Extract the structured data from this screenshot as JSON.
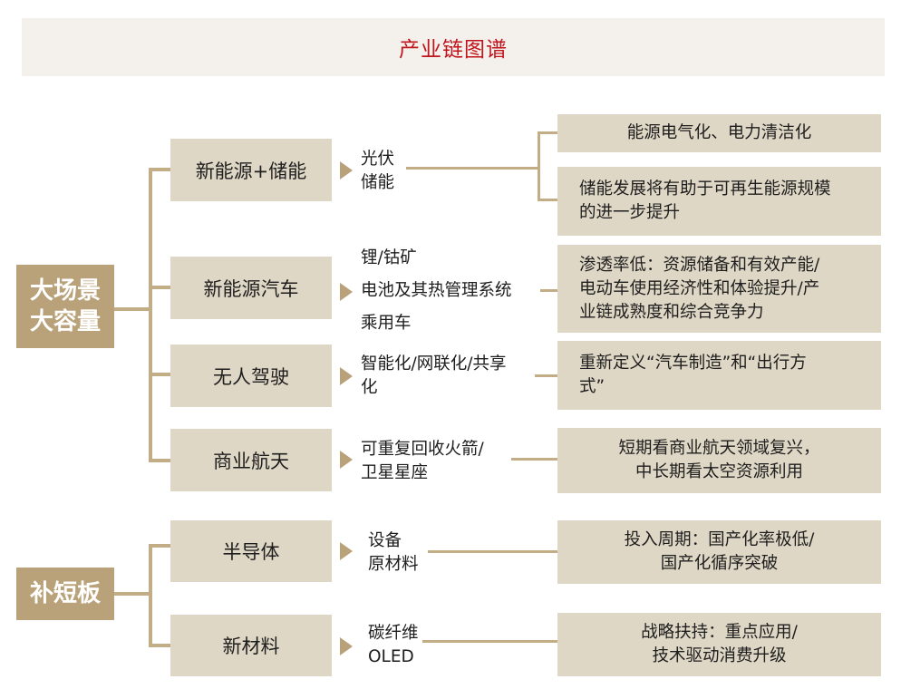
{
  "title": "产业链图谱",
  "categories": [
    {
      "lines": [
        "大场景",
        "大容量"
      ]
    },
    {
      "lines": [
        "补短板"
      ]
    }
  ],
  "rows": [
    {
      "sector": "新能源+储能",
      "sub": [
        "光伏",
        "储能"
      ],
      "results": [
        {
          "lines": [
            "能源电气化、电力清洁化"
          ]
        },
        {
          "lines": [
            "储能发展将有助于可再生能源规模",
            "的进一步提升"
          ]
        }
      ]
    },
    {
      "sector": "新能源汽车",
      "sub": [
        "锂/钴矿",
        "电池及其热管理系统",
        "乘用车"
      ],
      "results": [
        {
          "lines": [
            "渗透率低：资源储备和有效产能/",
            "电动车使用经济性和体验提升/产",
            "业链成熟度和综合竞争力"
          ]
        }
      ]
    },
    {
      "sector": "无人驾驶",
      "sub": [
        "智能化/网联化/共享",
        "化"
      ],
      "results": [
        {
          "lines": [
            "重新定义“汽车制造”和“出行方",
            "式”"
          ]
        }
      ]
    },
    {
      "sector": "商业航天",
      "sub": [
        "可重复回收火箭/",
        "卫星星座"
      ],
      "results": [
        {
          "lines": [
            "短期看商业航天领域复兴，",
            "中长期看太空资源利用"
          ]
        }
      ]
    },
    {
      "sector": "半导体",
      "sub": [
        "设备",
        "原材料"
      ],
      "results": [
        {
          "lines": [
            "投入周期：国产化率极低/",
            "国产化循序突破"
          ]
        }
      ]
    },
    {
      "sector": "新材料",
      "sub": [
        "碳纤维",
        "OLED"
      ],
      "results": [
        {
          "lines": [
            "战略扶持：重点应用/",
            "技术驱动消费升级"
          ]
        }
      ]
    }
  ],
  "colors": {
    "title": "#c0141c",
    "category_fill": "#b9a27a",
    "box_fill": "#dfd7c5",
    "connector": "#c2ad86"
  }
}
